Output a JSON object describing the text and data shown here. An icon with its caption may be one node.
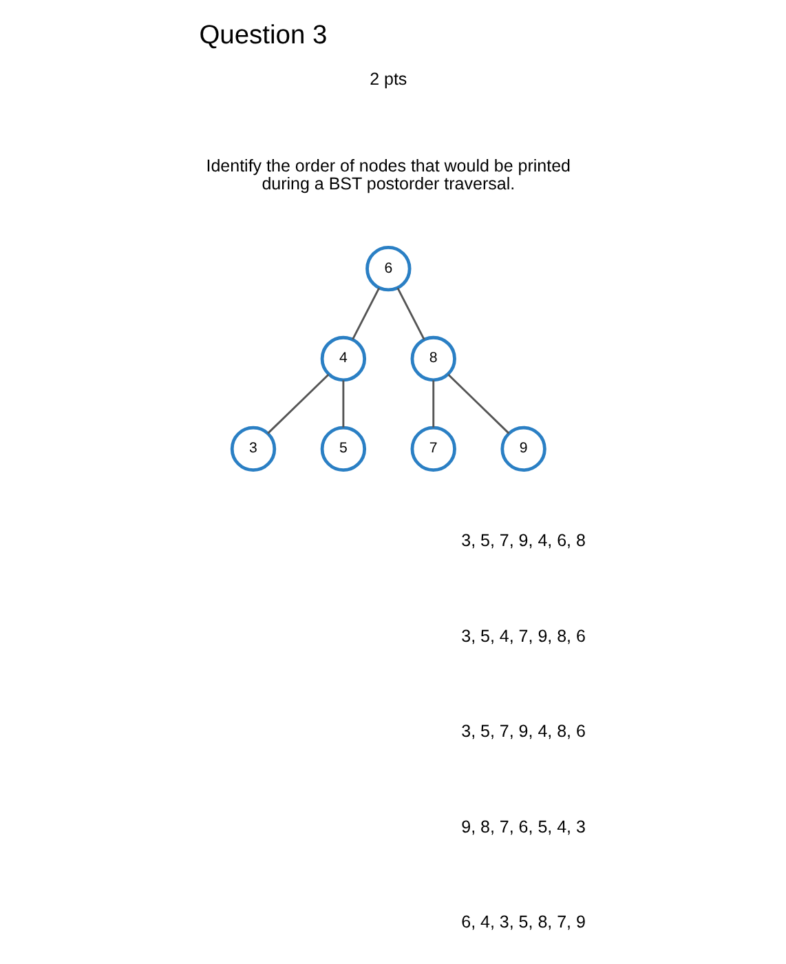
{
  "diagram": {
    "title": "Question 3",
    "nodes": [
      {
        "text": [
          "6"
        ]
      },
      {
        "text": [
          "4"
        ]
      },
      {
        "text": [
          "8"
        ]
      },
      {
        "text": [
          "3"
        ]
      },
      {
        "text": [
          "5"
        ]
      },
      {
        "text": [
          "7"
        ]
      },
      {
        "text": [
          "9"
        ]
      }
    ],
    "edges": [
      {
        "from": 0,
        "to": 1,
        "arrow": "none"
      },
      {
        "from": 0,
        "to": 2,
        "arrow": "none"
      },
      {
        "from": 1,
        "to": 3,
        "arrow": "none"
      },
      {
        "from": 1,
        "to": 4,
        "arrow": "none"
      },
      {
        "from": 2,
        "to": 5,
        "arrow": "none"
      },
      {
        "from": 2,
        "to": 6,
        "arrow": "none"
      }
    ],
    "labels": [
      "2 pts",
      "Identify the order of nodes that would be printed during a BST postorder traversal.",
      "3, 5, 7, 9, 4, 6, 8",
      "3, 5, 4, 7, 9, 8, 6",
      "3, 5, 7, 9, 4, 8, 6",
      "9, 8, 7, 6, 5, 4, 3",
      "6, 4, 3, 5, 8, 7, 9"
    ]
  }
}
